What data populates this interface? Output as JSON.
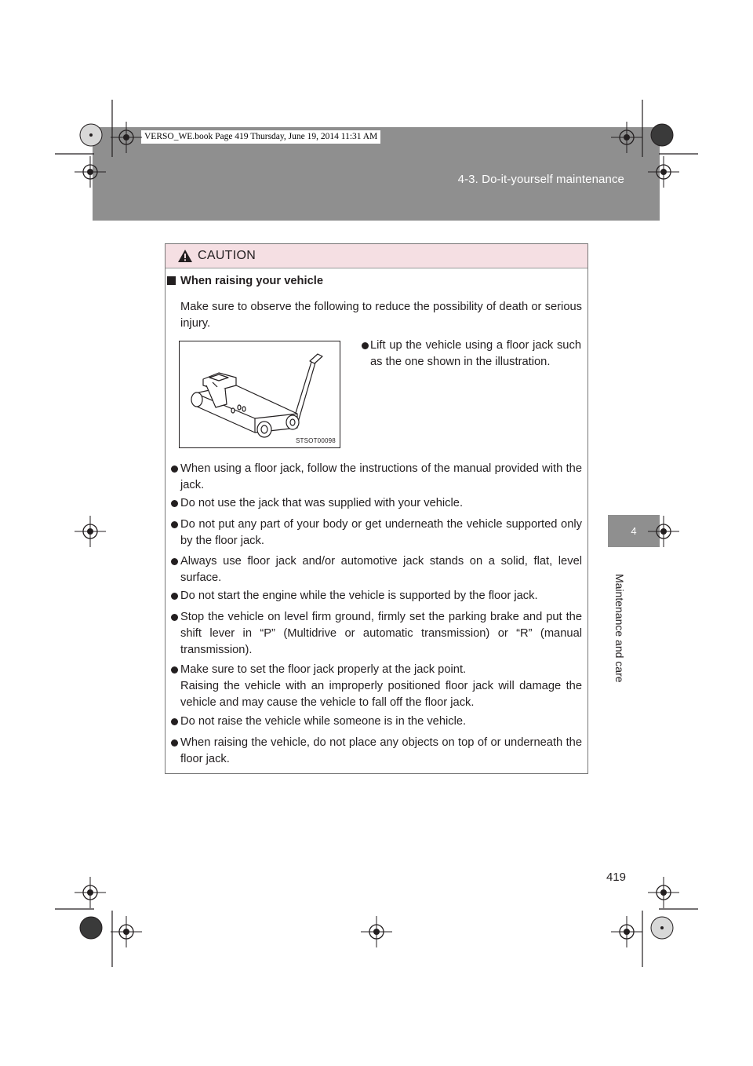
{
  "header": {
    "section_title": "4-3. Do-it-yourself maintenance",
    "print_stamp": "VERSO_WE.book  Page 419  Thursday, June 19, 2014  11:31 AM"
  },
  "side_tab": {
    "number": "4",
    "label": "Maintenance and care"
  },
  "page_number": "419",
  "caution": {
    "label": "CAUTION",
    "subheading": "When raising your vehicle",
    "intro": "Make sure to observe the following to reduce the possibility of death or serious injury.",
    "figure_code": "STSOT00098",
    "figure_bullet": "Lift up the vehicle using a floor jack such as the one shown in the illustration.",
    "bullets": [
      "When using a floor jack, follow the instructions of the manual provided with the jack.",
      "Do not use the jack that was supplied with your vehicle.",
      "Do not put any part of your body or get underneath the vehicle supported only by the floor jack.",
      "Always use floor jack and/or automotive jack stands on a solid, flat, level surface.",
      "Do not start the engine while the vehicle is supported by the floor jack.",
      "Stop the vehicle on level firm ground, firmly set the parking brake and put the shift lever in “P” (Multidrive or automatic transmission) or “R” (manual transmission).",
      "Make sure to set the floor jack properly at the jack point.",
      "Raising the vehicle with an improperly positioned floor jack will damage the vehicle and may cause the vehicle to fall off the floor jack.",
      "Do not raise the vehicle while someone is in the vehicle.",
      "When raising the vehicle, do not place any objects on top of or underneath the floor jack."
    ]
  },
  "icons": {
    "warning": "warning-triangle-icon",
    "bullet": "filled-circle",
    "subheading_marker": "filled-square",
    "register_mark": "crosshair-registration-icon"
  },
  "colors": {
    "header_band": "#8f8f8f",
    "caution_header": "#f5dfe3",
    "text": "#231f20"
  }
}
